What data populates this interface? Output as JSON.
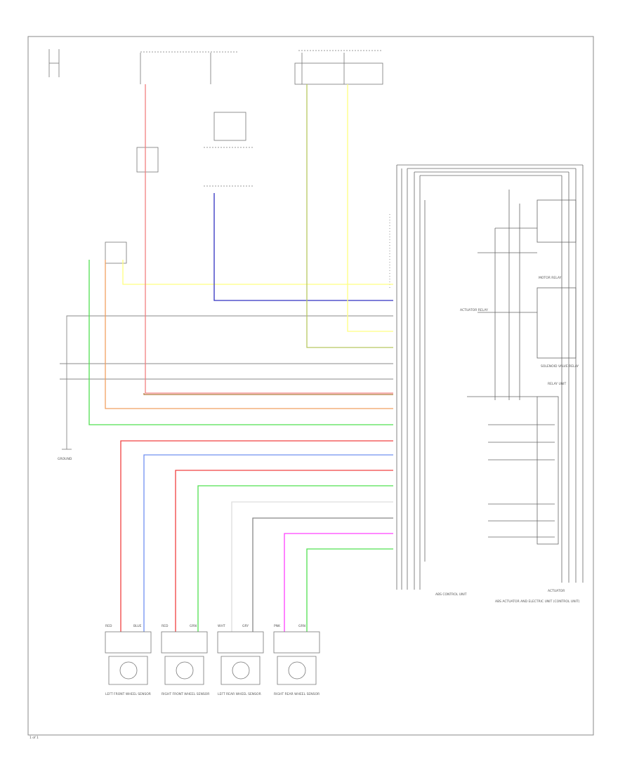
{
  "diagram": {
    "modules": {
      "abs_control_unit": "ABS CONTROL UNIT",
      "actuator": "ACTUATOR",
      "actuator_assembly": "ABS ACTUATOR AND ELECTRIC UNIT (CONTROL UNIT)",
      "motor_relay": "MOTOR RELAY",
      "actuator_relay": "ACTUATOR RELAY",
      "solenoid": "SOLENOID VALVE RELAY",
      "relay_unit": "RELAY UNIT"
    },
    "sensors": [
      {
        "label": "LEFT FRONT WHEEL SENSOR",
        "wire_a": "RED",
        "wire_b": "BLUE"
      },
      {
        "label": "RIGHT FRONT WHEEL SENSOR",
        "wire_a": "RED",
        "wire_b": "GRN"
      },
      {
        "label": "LEFT REAR WHEEL SENSOR",
        "wire_a": "WHT",
        "wire_b": "GRY"
      },
      {
        "label": "RIGHT REAR WHEEL SENSOR",
        "wire_a": "PNK",
        "wire_b": "GRN"
      }
    ],
    "ground_label": "GROUND",
    "footer_code": "1 of 1",
    "colors": {
      "yellow": "#ffff80",
      "blue": "#3030c0",
      "brown": "#b07838",
      "orange": "#f0a060",
      "green": "#50e050",
      "red": "#f04040",
      "pink": "#f08080",
      "light_blue": "#7090f0",
      "magenta": "#ff40ff",
      "gray": "#888888",
      "olive": "#b8c860"
    }
  }
}
